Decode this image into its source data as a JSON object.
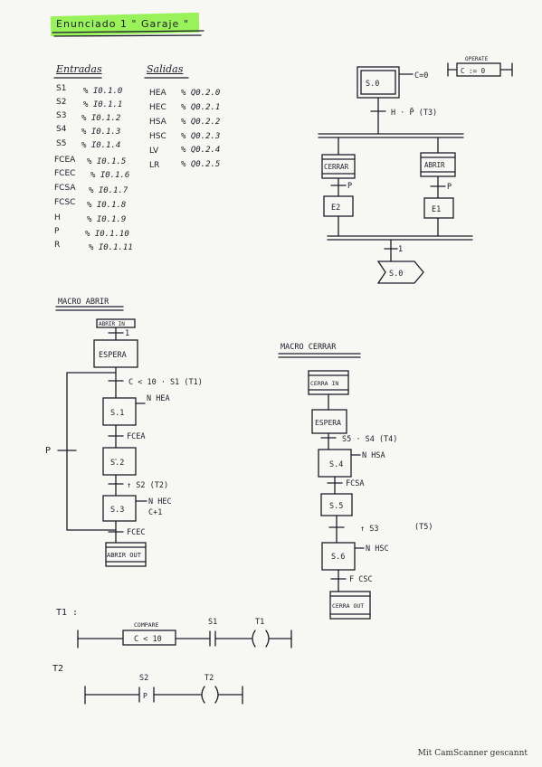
{
  "title": "Enunciado 1 \" Garaje \"",
  "inputs_header": "Entradas",
  "outputs_header": "Salidas",
  "inputs": [
    {
      "name": "S1",
      "addr": "% I0.1.0"
    },
    {
      "name": "S2",
      "addr": "% I0.1.1"
    },
    {
      "name": "S3",
      "addr": "% I0.1.2"
    },
    {
      "name": "S4",
      "addr": "% I0.1.3"
    },
    {
      "name": "S5",
      "addr": "% I0.1.4"
    },
    {
      "name": "FCEA",
      "addr": "% I0.1.5"
    },
    {
      "name": "FCEC",
      "addr": "% I0.1.6"
    },
    {
      "name": "FCSA",
      "addr": "% I0.1.7"
    },
    {
      "name": "FCSC",
      "addr": "% I0.1.8"
    },
    {
      "name": "H",
      "addr": "% I0.1.9"
    },
    {
      "name": "P",
      "addr": "% I0.1.10"
    },
    {
      "name": "R",
      "addr": "% I0.1.11"
    }
  ],
  "outputs": [
    {
      "name": "HEA",
      "addr": "% Q0.2.0"
    },
    {
      "name": "HEC",
      "addr": "% Q0.2.1"
    },
    {
      "name": "HSA",
      "addr": "% Q0.2.2"
    },
    {
      "name": "HSC",
      "addr": "% Q0.2.3"
    },
    {
      "name": "LV",
      "addr": "% Q0.2.4"
    },
    {
      "name": "LR",
      "addr": "% Q0.2.5"
    }
  ],
  "main": {
    "s0": "S.0",
    "s0_action": "C=0",
    "operate_label": "OPERATE",
    "operate_expr": "C := 0",
    "t3": "H · P̄   (T3)",
    "cerrar": "CERRAR",
    "abrir": "ABRIR",
    "p1": "P",
    "p2": "P",
    "e2": "E2",
    "e1": "E1",
    "t_final": "1",
    "s0_jump": "S.0"
  },
  "macro_abrir": {
    "header": "MACRO  ABRIR",
    "in_step": "ABRIR IN",
    "in_trans": "1",
    "espera": "ESPERA",
    "t1": "C < 10 · S1   (T1)",
    "s1": "S.1",
    "s1_action": "N  HEA",
    "fcea": "FCEA",
    "s2": "S.2",
    "t2": "↑ S2   (T2)",
    "s3": "S.3",
    "s3_action_1": "N  HEC",
    "s3_action_2": "C+1",
    "fcec": "FCEC",
    "out_step": "ABRIR OUT",
    "p_label": "P"
  },
  "macro_cerrar": {
    "header": "MACRO  CERRAR",
    "in_step": "CERRA IN",
    "espera": "ESPERA",
    "t4": "S5 · S4   (T4)",
    "s4": "S.4",
    "s4_action": "N  HSA",
    "fcsa": "FCSA",
    "s5": "S.5",
    "t5a": "↑ S3",
    "t5b": "(T5)",
    "s6": "S.6",
    "s6_action": "N  HSC",
    "fcsc": "F CSC",
    "out_step": "CERRA OUT"
  },
  "ladder": {
    "t1_label": "T1 :",
    "compare_label": "COMPARE",
    "compare_expr": "C < 10",
    "s1": "S1",
    "t1_coil": "T1",
    "t2_label": "T2",
    "s2": "S2",
    "t2_coil": "T2",
    "p_contact": "P"
  },
  "footer": "Mit CamScanner gescannt"
}
